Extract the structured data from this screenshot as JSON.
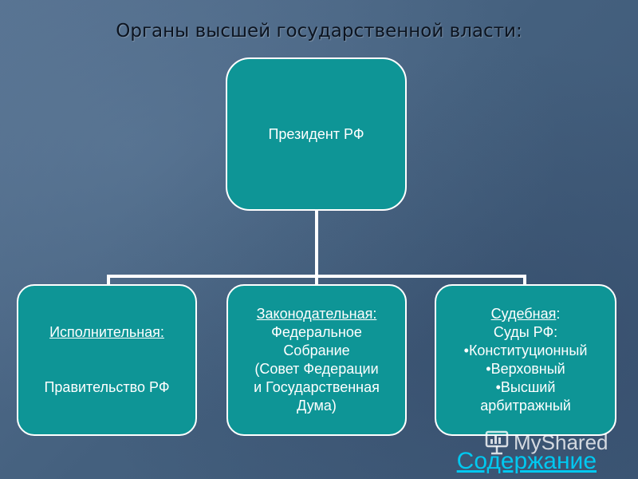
{
  "title": "Органы высшей государственной власти:",
  "top_node": {
    "label": "Президент РФ"
  },
  "branches": {
    "executive": {
      "heading": "Исполнительная:",
      "body": "Правительство РФ"
    },
    "legislative": {
      "heading": "Законодательная:",
      "line1": "Федеральное",
      "line2": "Собрание",
      "line3": "(Совет Федерации",
      "line4": "и Государственная",
      "line5": "Дума)"
    },
    "judicial": {
      "heading_underlined": "Судебная",
      "heading_suffix": ":",
      "subheading": "Суды РФ:",
      "items": [
        "Конституционный",
        "Верховный",
        "Высший"
      ],
      "items_tail": "арбитражный"
    }
  },
  "watermark": "MyShared",
  "content_link": "Содержание",
  "colors": {
    "node_fill": "#0e9596",
    "node_border": "#ffffff",
    "link": "#00c8f0"
  }
}
